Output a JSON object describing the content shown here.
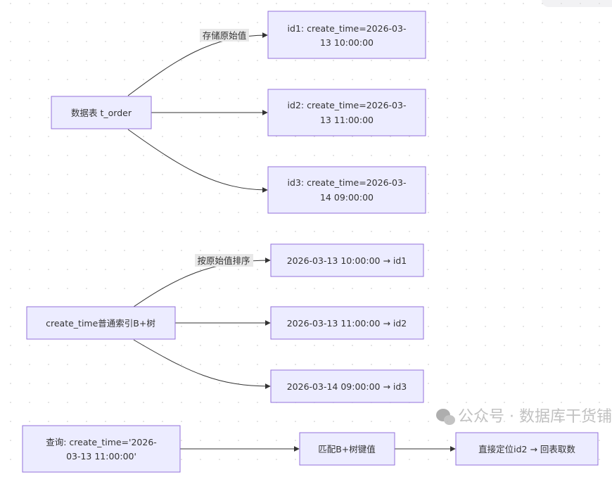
{
  "colors": {
    "node_fill": "#ECECFF",
    "node_stroke": "#9370DB",
    "edge": "#333333",
    "background_dot": "#dddddd"
  },
  "nodes": {
    "table": {
      "lines": [
        "数据表 t_order"
      ]
    },
    "id1": {
      "lines": [
        "id1: create_time=2026-03-",
        "13 10:00:00"
      ]
    },
    "id2": {
      "lines": [
        "id2: create_time=2026-03-",
        "13 11:00:00"
      ]
    },
    "id3": {
      "lines": [
        "id3: create_time=2026-03-",
        "14 09:00:00"
      ]
    },
    "index": {
      "lines": [
        "create_time普通索引B+树"
      ]
    },
    "k1": {
      "lines": [
        "2026-03-13 10:00:00 → id1"
      ]
    },
    "k2": {
      "lines": [
        "2026-03-13 11:00:00 → id2"
      ]
    },
    "k3": {
      "lines": [
        "2026-03-14 09:00:00 → id3"
      ]
    },
    "query": {
      "lines": [
        "查询: create_time='2026-",
        "03-13 11:00:00'"
      ]
    },
    "match": {
      "lines": [
        "匹配B+树键值"
      ]
    },
    "locate": {
      "lines": [
        "直接定位id2 → 回表取数"
      ]
    }
  },
  "edge_labels": {
    "store": "存储原始值",
    "sort": "按原始值排序"
  },
  "watermark": {
    "icon": "wechat-icon",
    "text": "公众号 · 数据库干货铺"
  }
}
